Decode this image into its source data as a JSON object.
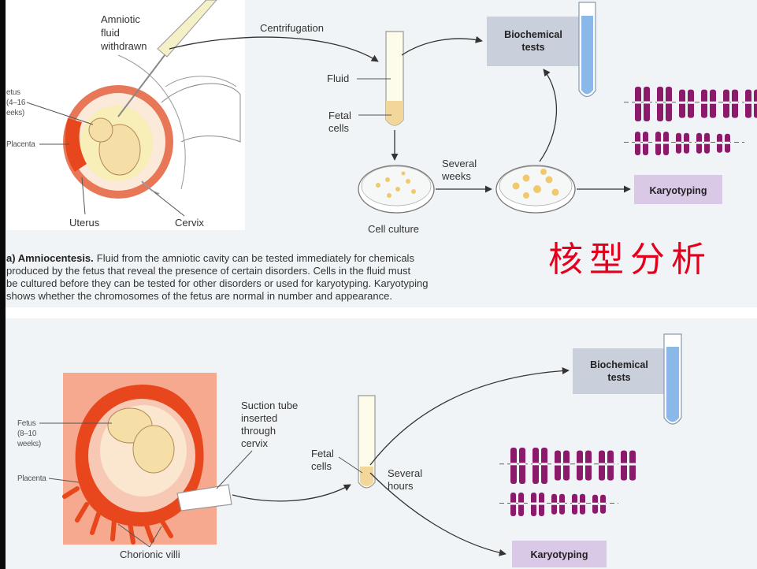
{
  "colors": {
    "biochem_box": "#c9cfdb",
    "karyo_box": "#d9c8e6",
    "chromosome": "#8b1a6b",
    "uterus": "#e87757",
    "placenta": "#e8461c",
    "fetus": "#f6dfa6",
    "tube_blue": "#8ab8e8",
    "chinese_label": "#e4001d",
    "section_bg": "#f0f4f6"
  },
  "top": {
    "amniotic_label": [
      "Amniotic",
      "fluid",
      "withdrawn"
    ],
    "centrifugation": "Centrifugation",
    "fluid": "Fluid",
    "fetal_cells": [
      "Fetal",
      "cells"
    ],
    "biochemical_tests": [
      "Biochemical",
      "tests"
    ],
    "several_weeks": [
      "Several",
      "weeks"
    ],
    "cell_culture": "Cell culture",
    "karyotyping": "Karyotyping",
    "fetus_label": [
      "etus",
      "(4–16",
      "eeks)"
    ],
    "placenta": "Placenta",
    "uterus": "Uterus",
    "cervix": "Cervix",
    "caption_bold": "a) Amniocentesis.",
    "caption_lines": [
      "Fluid from the amniotic cavity can be tested immediately for chemicals",
      "produced by the fetus that reveal the presence of certain disorders. Cells in the fluid must",
      "be cultured before they can be tested for other disorders or used for karyotyping. Karyotyping",
      "shows whether the chromosomes of the fetus are normal in number and appearance."
    ],
    "chinese_label": "核型分析"
  },
  "bottom": {
    "fetus_label": [
      "Fetus",
      "(8–10",
      "weeks)"
    ],
    "placenta": "Placenta",
    "chorionic_villi": "Chorionic villi",
    "suction_tube": [
      "Suction tube",
      "inserted",
      "through",
      "cervix"
    ],
    "fetal_cells": [
      "Fetal",
      "cells"
    ],
    "several_hours": [
      "Several",
      "hours"
    ],
    "biochemical_tests": [
      "Biochemical",
      "tests"
    ],
    "karyotyping": "Karyotyping"
  }
}
